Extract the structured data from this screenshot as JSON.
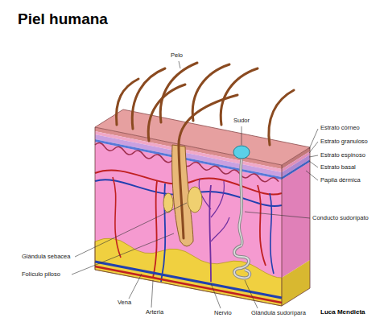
{
  "diagram": {
    "title": "Piel humana",
    "labels": [
      "Pelo",
      "Sudor",
      "Estrato córneo",
      "Estrato granuloso",
      "Estrato espinoso",
      "Estrato basal",
      "Papila dérmica",
      "Conducto sudorípato",
      "Glándula sebacea",
      "Folículo piloso",
      "Vena",
      "Arteria",
      "Nervio",
      "Glándula sudorípara",
      "Luca Mendieta"
    ]
  }
}
